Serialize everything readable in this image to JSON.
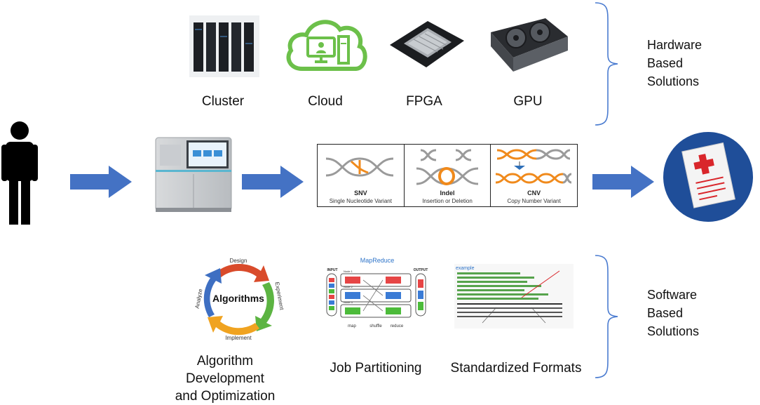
{
  "hardware": {
    "items": [
      {
        "label": "Cluster"
      },
      {
        "label": "Cloud"
      },
      {
        "label": "FPGA"
      },
      {
        "label": "GPU"
      }
    ],
    "brace_label": "Hardware\nBased\nSolutions"
  },
  "software": {
    "items": [
      {
        "label": "Algorithm Development\nand Optimization"
      },
      {
        "label": "Job Partitioning"
      },
      {
        "label": "Standardized Formats"
      }
    ],
    "brace_label": "Software\nBased\nSolutions"
  },
  "variants": [
    {
      "title": "SNV",
      "subtitle": "Single Nucleotide Variant"
    },
    {
      "title": "Indel",
      "subtitle": "Insertion or Deletion"
    },
    {
      "title": "CNV",
      "subtitle": "Copy Number Variant"
    }
  ],
  "algorithms_cycle": {
    "center": "Algorithms",
    "stages": [
      "Design",
      "Experiment",
      "Implement",
      "Analyze"
    ]
  },
  "mapreduce": {
    "title": "MapReduce",
    "input": "INPUT",
    "output": "OUTPUT",
    "nodes": [
      "Node 1",
      "Node 2",
      "Node 3"
    ],
    "phases": [
      "map",
      "shuffle",
      "reduce"
    ]
  },
  "formats_header": "example",
  "colors": {
    "arrow": "#4472C4",
    "brace": "#4a7bd0",
    "cloud": "#6cc04a",
    "report_circle": "#1f4e99",
    "dna_orange": "#f08a1c",
    "dna_gray": "#9a9a9a"
  }
}
